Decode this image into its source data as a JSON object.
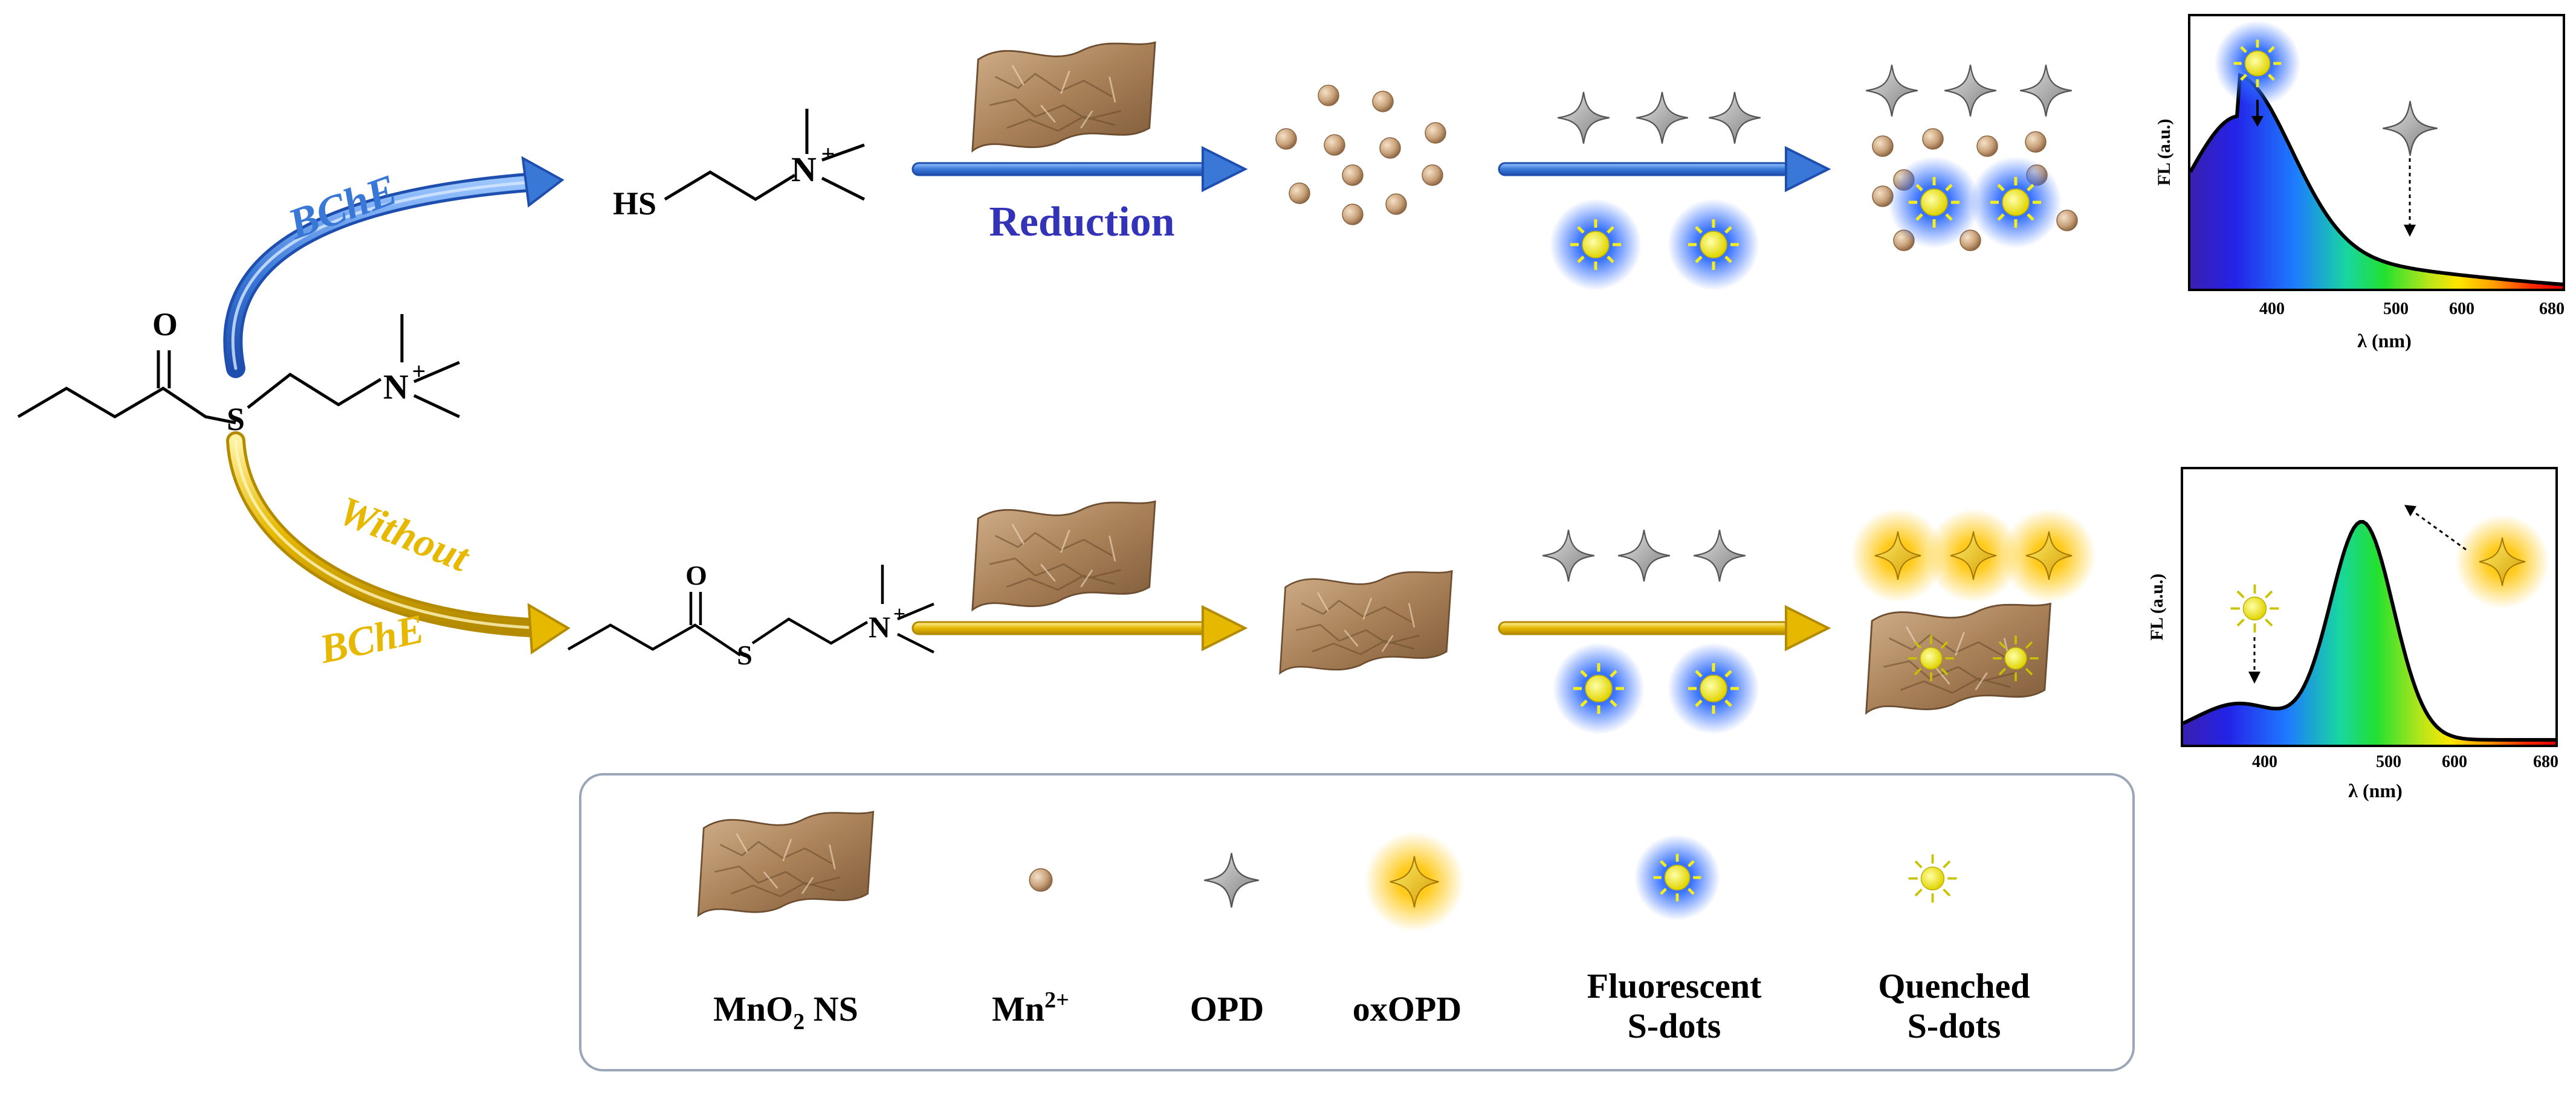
{
  "colors": {
    "bche_blue": "#3a78d8",
    "reduction_text": "#3333b8",
    "without_gold": "#e6b800",
    "sheet_brown": "#b08a63",
    "mn_ion": "#c9a27b",
    "opd_gray": "#9a9a9a",
    "oxopd_yellow": "#f2c200",
    "sdot_yellow": "#f4ee1c",
    "halo_blue": "#2f6cff"
  },
  "top_path": {
    "enzyme_label": "BChE",
    "product_hs": "HS",
    "product_n": "N",
    "product_charge": "+",
    "step_label": "Reduction"
  },
  "substrate": {
    "o": "O",
    "s": "S",
    "n": "N",
    "charge": "+"
  },
  "bottom_path": {
    "label_line1": "Without",
    "label_line2": "BChE",
    "sub_o": "O",
    "sub_s": "S",
    "sub_n": "N",
    "sub_charge": "+"
  },
  "charts": [
    {
      "ylabel": "FL (a.u.)",
      "xlabel": "λ (nm)",
      "xticks": [
        "400",
        "500",
        "600",
        "680"
      ]
    },
    {
      "ylabel": "FL (a.u.)",
      "xlabel": "λ (nm)",
      "xticks": [
        "400",
        "500",
        "600",
        "680"
      ]
    }
  ],
  "legend": {
    "mno2": "MnO",
    "mno2_sub": "2",
    "mno2_suffix": " NS",
    "mn": "Mn",
    "mn_sup": "2+",
    "opd": "OPD",
    "oxopd": "oxOPD",
    "fluor_line1": "Fluorescent",
    "fluor_line2": "S-dots",
    "quench_line1": "Quenched",
    "quench_line2": "S-dots"
  }
}
